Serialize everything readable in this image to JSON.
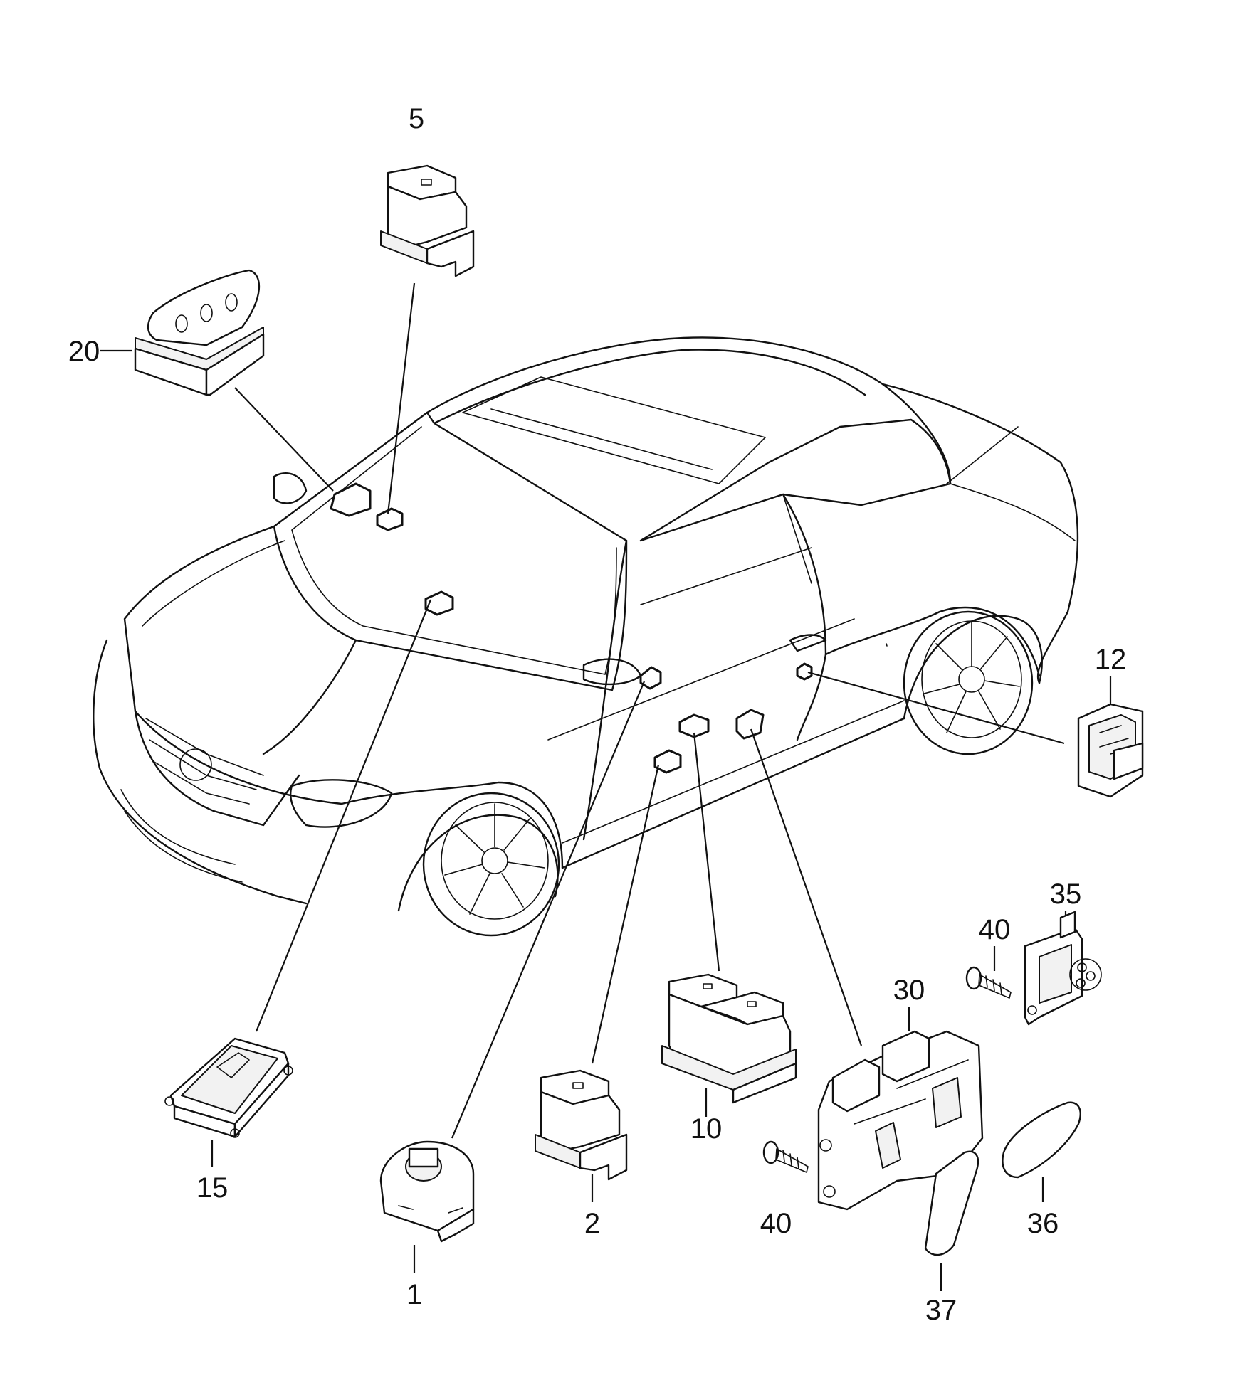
{
  "callouts": {
    "c1": "1",
    "c2": "2",
    "c5": "5",
    "c10": "10",
    "c12": "12",
    "c15": "15",
    "c20": "20",
    "c30": "30",
    "c35": "35",
    "c36": "36",
    "c37": "37",
    "c40a": "40",
    "c40b": "40"
  }
}
